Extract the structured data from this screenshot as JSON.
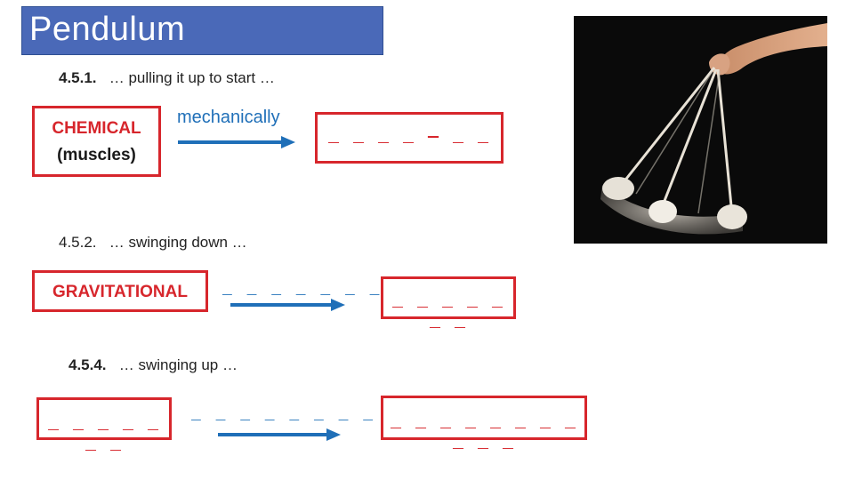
{
  "title": "Pendulum",
  "steps": [
    {
      "number": "4.5.1.",
      "text": "… pulling it up to start …",
      "from_label": "CHEMICAL",
      "from_sub": "(muscles)",
      "arrow_label": "mechanically",
      "to_blank": "_ _ _ _ — _ _ _ _ _"
    },
    {
      "number": "4.5.2.",
      "text": "… swinging down …",
      "from_label": "GRAVITATIONAL",
      "arrow_blank": "_ _ _ _ _ _ _ _ _ _",
      "to_blank": "_ _ _ _ _ _ _"
    },
    {
      "number": "4.5.4.",
      "text": "… swinging up …",
      "from_blank": "_ _ _ _ _ _ _",
      "arrow_blank": "_ _ _ _ _ _ _ _ _ _ _",
      "to_blank": "_ _ _ _ _ _ _ _ _ _ _"
    }
  ],
  "colors": {
    "title_bg": "#4a69b8",
    "box_border": "#d7262c",
    "arrow": "#1f6fb8"
  },
  "image": {
    "icon": "pendulum-photo"
  }
}
